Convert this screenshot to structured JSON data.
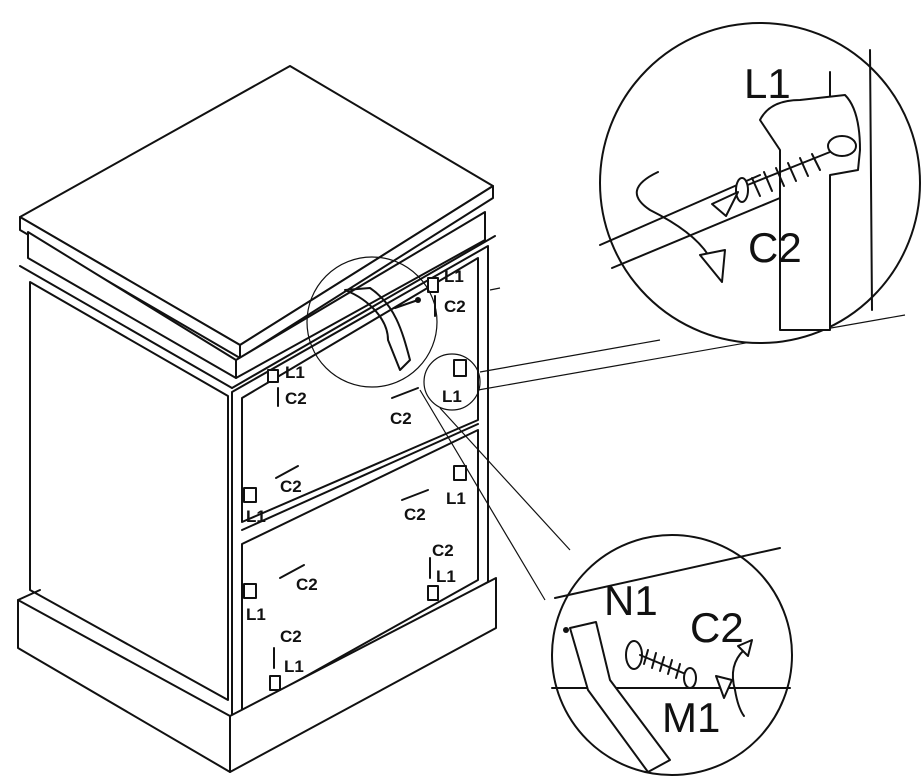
{
  "callouts": {
    "top_right": {
      "l1": "L1",
      "c2": "C2"
    },
    "bottom_right": {
      "n1": "N1",
      "c2": "C2",
      "m1": "M1"
    }
  },
  "cabinet_labels": {
    "top_right_l1": "L1",
    "top_right_c2": "C2",
    "top_left_l1": "L1",
    "top_left_c2": "C2",
    "mid_c2": "C2",
    "mid_right_l1": "L1",
    "row2_left_c2": "C2",
    "row2_left_l1": "L1",
    "row2_right_c2": "C2",
    "row2_right_l1": "L1",
    "row3_left_c2": "C2",
    "row3_left_l1": "L1",
    "row3_right_c2": "C2",
    "row3_right_l1": "L1",
    "bottom_c2": "C2",
    "bottom_l1": "L1"
  }
}
